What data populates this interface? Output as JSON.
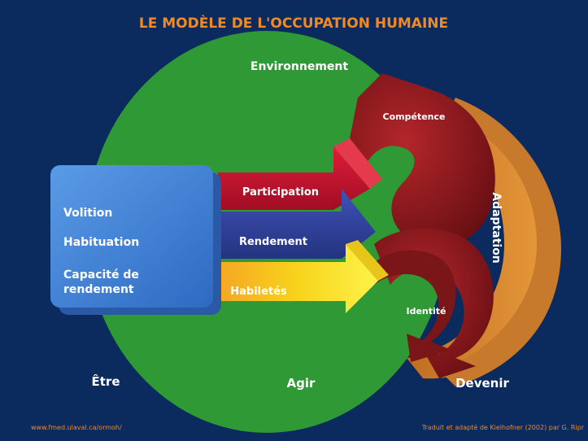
{
  "title": "LE MODÈLE DE L'OCCUPATION HUMAINE",
  "environment_label": "Environnement",
  "person_box": {
    "items": [
      "Volition",
      "Habituation",
      "Capacité de",
      "rendement"
    ]
  },
  "arrows": {
    "participation": "Participation",
    "rendement": "Rendement",
    "habiletes": "Habiletés"
  },
  "cycle": {
    "competence": "Compétence",
    "identite": "Identité",
    "adaptation": "Adaptation"
  },
  "bottom_labels": {
    "etre": "Être",
    "agir": "Agir",
    "devenir": "Devenir"
  },
  "footer": {
    "left": "www.fmed.ulaval.ca/ormoh/",
    "right": "Traduit et adapté de Kielhofner (2002) par G. Ripr"
  },
  "colors": {
    "background": "#0b2a5e",
    "environment": "#2f9a35",
    "person_box": "#3d7fd1",
    "participation": "#c8102e",
    "rendement": "#2e3f9c",
    "habiletes": "#f2d21a",
    "competence_identite": "#8b1a1a",
    "adaptation": "#d98a30",
    "title": "#f08a24",
    "footer": "#f08a24"
  }
}
